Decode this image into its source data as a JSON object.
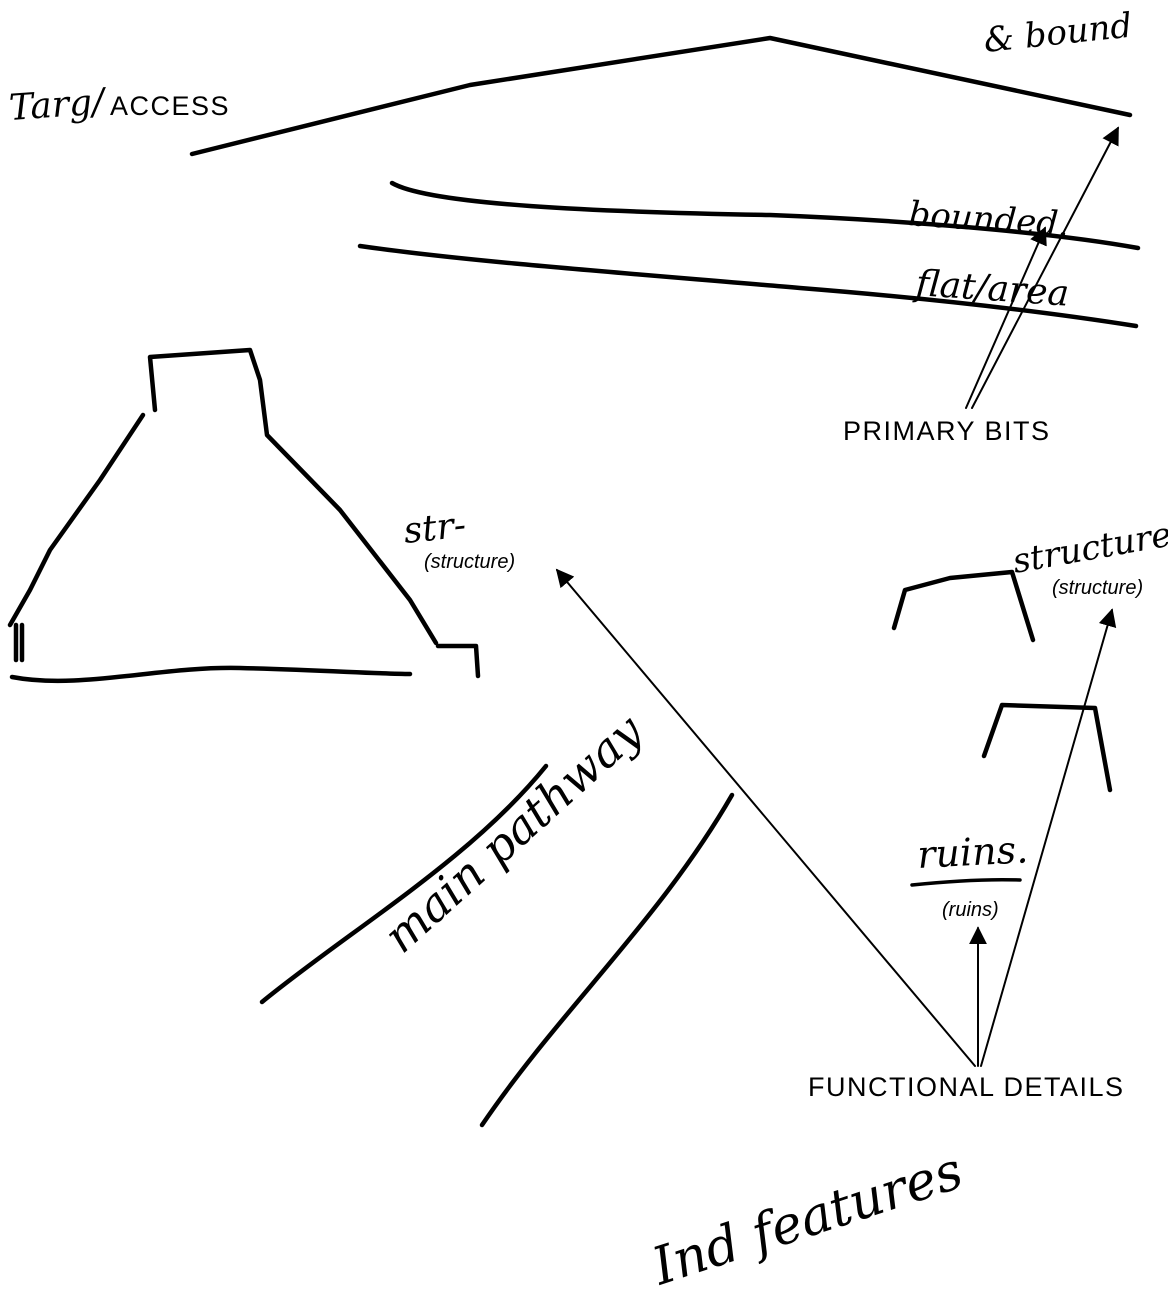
{
  "labels": {
    "access": "ACCESS",
    "primary_bits": "PRIMARY  BITS",
    "functional_details": "FUNCTIONAL  DETAILS",
    "structure_left_gloss": "(structure)",
    "structure_right_gloss": "(structure)",
    "ruins_gloss": "(ruins)"
  },
  "handwriting": {
    "target": "Targ/",
    "boundary": "& bound",
    "bounded": "bounded.",
    "flat_area": "flat/area",
    "structure_left": "str-",
    "structure_right": "structure",
    "ruins": "ruins.",
    "main_pathway": "main pathway",
    "bottom_note": "Ind features"
  }
}
